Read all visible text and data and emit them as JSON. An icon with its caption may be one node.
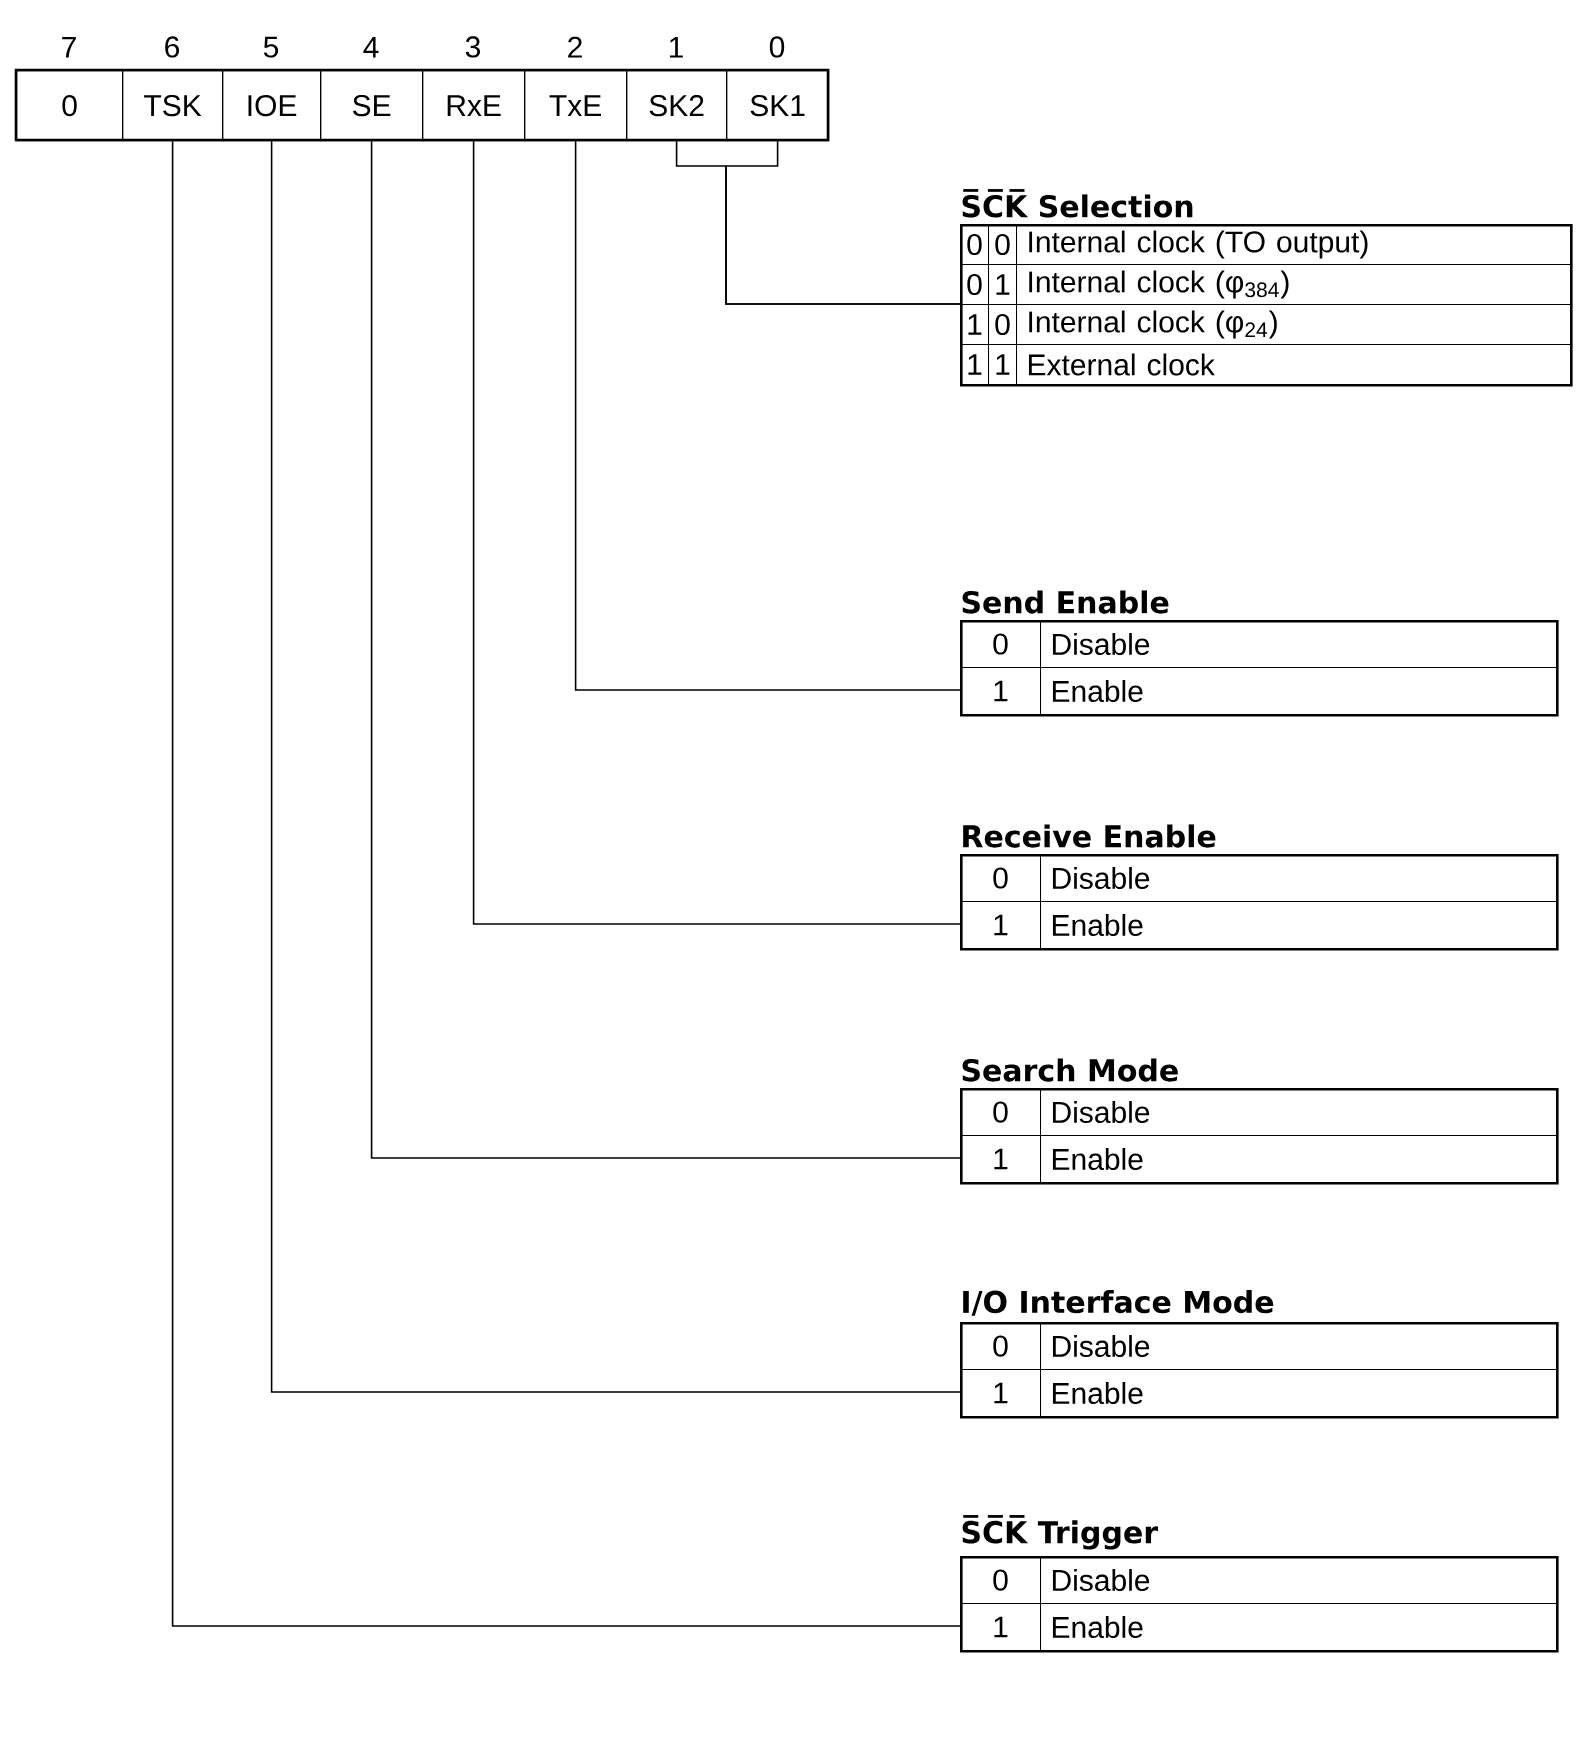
{
  "diagram": {
    "nodes": [
      {
        "text": [
          "0"
        ],
        "beside": [
          "7"
        ]
      },
      {
        "text": [
          "TSK"
        ],
        "beside": [
          "6"
        ]
      },
      {
        "text": [
          "IOE"
        ],
        "beside": [
          "5"
        ]
      },
      {
        "text": [
          "SE"
        ],
        "beside": [
          "4"
        ]
      },
      {
        "text": [
          "RxE"
        ],
        "beside": [
          "3"
        ]
      },
      {
        "text": [
          "TxE"
        ],
        "beside": [
          "2"
        ]
      },
      {
        "text": [
          "SK2"
        ],
        "beside": [
          "1"
        ]
      },
      {
        "text": [
          "SK1"
        ],
        "beside": [
          "0"
        ]
      },
      {
        "text": [
          "S̅C̅K̅ Selection",
          "0",
          "0",
          "Internal clock (TO output)",
          "0",
          "1",
          "Internal clock (φ$_{384}$)",
          "1",
          "0",
          "Internal clock (φ$_{24}$)",
          "1",
          "1",
          "External clock"
        ]
      },
      {
        "text": [
          "Send Enable",
          "0",
          "Disable",
          "1",
          "Enable"
        ]
      },
      {
        "text": [
          "Receive Enable",
          "0",
          "Disable",
          "1",
          "Enable"
        ]
      },
      {
        "text": [
          "Search Mode",
          "0",
          "Disable",
          "1",
          "Enable"
        ]
      },
      {
        "text": [
          "I/O Interface Mode",
          "0",
          "Disable",
          "1",
          "Enable"
        ]
      },
      {
        "text": [
          "S̅C̅K̅ Trigger",
          "0",
          "Disable",
          "1",
          "Enable"
        ]
      }
    ],
    "edges": [
      {
        "from": 6,
        "to": 8,
        "arrow": "none"
      },
      {
        "from": 7,
        "to": 8,
        "arrow": "none"
      },
      {
        "from": 5,
        "to": 9,
        "arrow": "none"
      },
      {
        "from": 4,
        "to": 10,
        "arrow": "none"
      },
      {
        "from": 3,
        "to": 11,
        "arrow": "none"
      },
      {
        "from": 2,
        "to": 12,
        "arrow": "none"
      },
      {
        "from": 1,
        "to": 13,
        "arrow": "none"
      }
    ]
  }
}
